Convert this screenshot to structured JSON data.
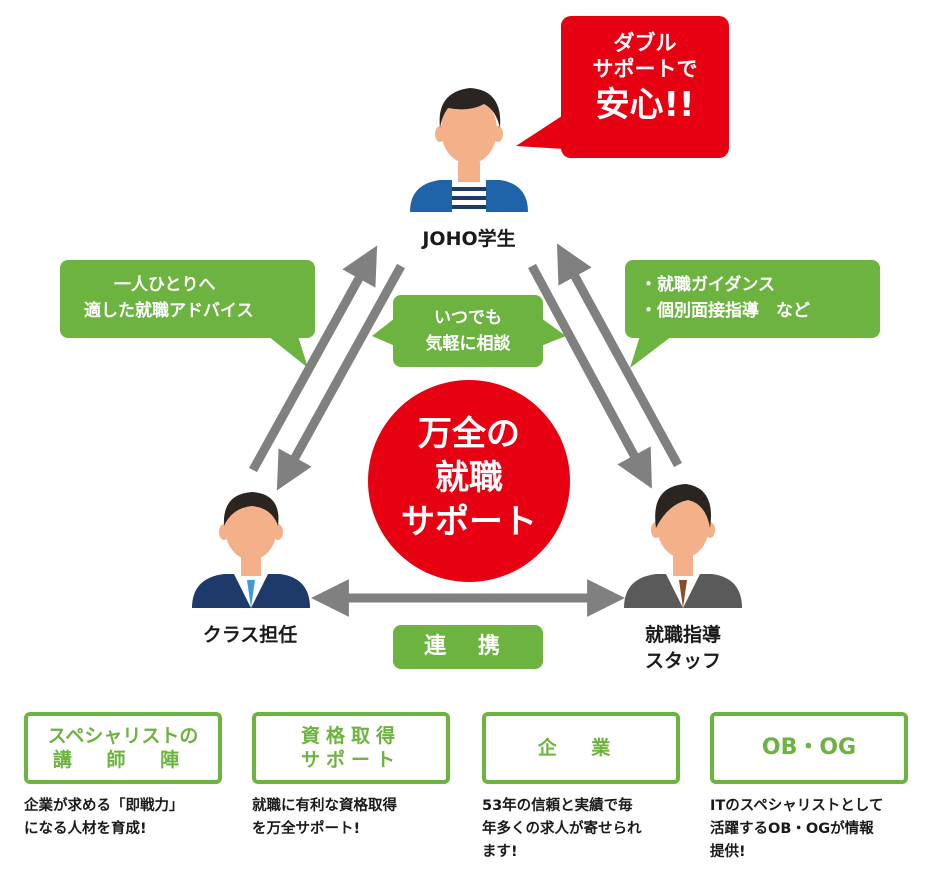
{
  "speech_bubble": {
    "line1": "ダブル",
    "line2": "サポートで",
    "line3": "安心!!"
  },
  "student": {
    "label": "JOHO学生"
  },
  "teacher": {
    "label": "クラス担任"
  },
  "staff": {
    "line1": "就職指導",
    "line2": "スタッフ"
  },
  "center": {
    "line1": "万全の",
    "line2": "就職",
    "line3": "サポート"
  },
  "bubbles": {
    "left": {
      "line1": "一人ひとりへ",
      "line2": "適した就職アドバイス"
    },
    "middle": {
      "line1": "いつでも",
      "line2": "気軽に相談"
    },
    "right": {
      "line1": "・就職ガイダンス",
      "line2": "・個別面接指導　など"
    }
  },
  "renkei": {
    "label": "連 携"
  },
  "cards": [
    {
      "title1": "スペシャリストの",
      "title2": "講 師 陣",
      "desc1": "企業が求める「即戦力」",
      "desc2": "になる人材を育成!",
      "desc3": ""
    },
    {
      "title1": "資格取得",
      "title2": "サポート",
      "desc1": "就職に有利な資格取得",
      "desc2": "を万全サポート!",
      "desc3": ""
    },
    {
      "title1": "企 業",
      "title2": "",
      "desc1": "53年の信頼と実績で毎",
      "desc2": "年多くの求人が寄せられ",
      "desc3": "ます!"
    },
    {
      "title1": "OB・OG",
      "title2": "",
      "desc1": "ITのスペシャリストとして",
      "desc2": "活躍するOB・OGが情報",
      "desc3": "提供!"
    }
  ],
  "colors": {
    "red": "#e60012",
    "green": "#6cb33f",
    "arrow_gray": "#808080",
    "student_jacket": "#1f63a8",
    "teacher_suit": "#1d3a6b",
    "staff_suit": "#5a5a5a",
    "skin": "#f4b088",
    "hair": "#2b2521"
  }
}
